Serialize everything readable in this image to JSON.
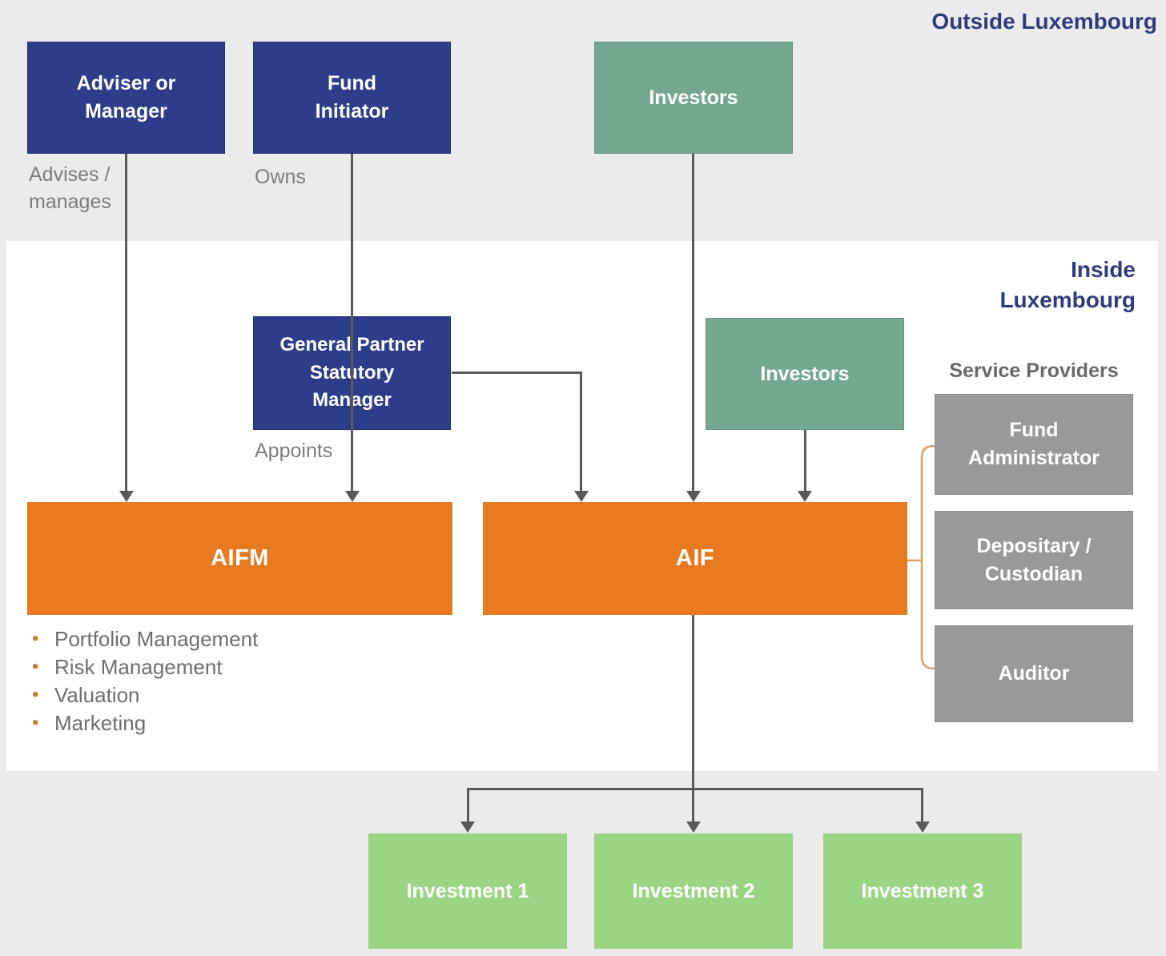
{
  "headings": {
    "outside_luxembourg": "Outside Luxembourg",
    "inside_luxembourg": "Inside\nLuxembourg",
    "service_providers": "Service Providers"
  },
  "boxes": {
    "adviser_or_manager": "Adviser or\nManager",
    "fund_initiator": "Fund\nInitiator",
    "investors_outside": "Investors",
    "general_partner": "General Partner\nStatutory\nManager",
    "investors_inside": "Investors",
    "aifm": "AIFM",
    "aif": "AIF",
    "fund_administrator": "Fund\nAdministrator",
    "depositary_custodian": "Depositary /\nCustodian",
    "auditor": "Auditor",
    "investment_1": "Investment 1",
    "investment_2": "Investment 2",
    "investment_3": "Investment 3"
  },
  "relationship_labels": {
    "advises_manages": "Advises /\nmanages",
    "owns": "Owns",
    "appoints": "Appoints"
  },
  "aifm_functions": [
    "Portfolio Management",
    "Risk Management",
    "Valuation",
    "Marketing"
  ],
  "colors": {
    "navy": "#2d3d8a",
    "navy-text": "#2e3c7e",
    "teal": "#74a791",
    "orange": "#e7791f",
    "gray-box": "#999999",
    "green": "#9ad584",
    "arrow": "#595959",
    "bracket-orange": "#dfa05e",
    "label-gray": "#7d7d7d",
    "bullet-orange": "#c87f30",
    "panel-white": "#ffffff",
    "background": "#ebebeb"
  }
}
